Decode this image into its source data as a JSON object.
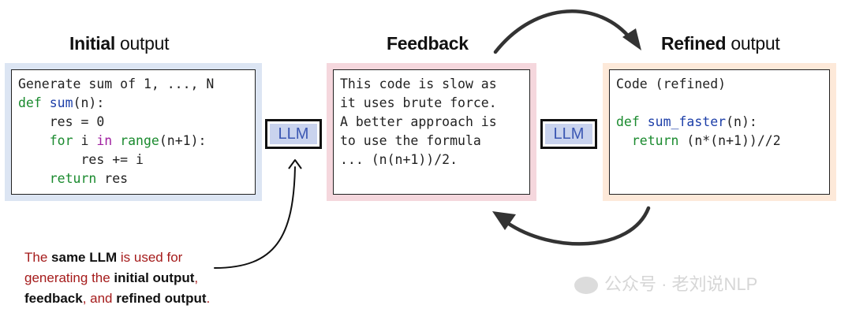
{
  "titles": {
    "initial_bold": "Initial",
    "initial_rest": " output",
    "feedback": "Feedback",
    "refined_bold": "Refined",
    "refined_rest": " output"
  },
  "initial_code": {
    "line1": "Generate sum of 1, ..., N",
    "def": "def",
    "fname": "sum",
    "fargs": "(n):",
    "res_assign": "res = 0",
    "for": "for",
    "i": " i ",
    "in": "in",
    "range": "range",
    "range_args": "(n+1):",
    "res_add": "res += i",
    "return": "return",
    "return_val": " res"
  },
  "feedback_text": [
    "This code is slow as",
    "it uses brute force.",
    "A better approach is",
    "to use the formula",
    "... (n(n+1))/2."
  ],
  "refined_code": {
    "line1": "Code (refined)",
    "def": "def",
    "fname": "sum_faster",
    "fargs": "(n):",
    "return": "return",
    "return_val": " (n*(n+1))//2"
  },
  "llm_label": "LLM",
  "note": {
    "p1": "The ",
    "b1": "same LLM",
    "p2": " is used for",
    "p3": "generating the ",
    "b2": "initial output",
    "p4": ",",
    "b3": "feedback",
    "p5": ", and ",
    "b4": "refined output",
    "p6": "."
  },
  "watermark": "公众号 · 老刘说NLP",
  "colors": {
    "initial_bg": "#dce5f3",
    "feedback_bg": "#f5d7dd",
    "refined_bg": "#fde9d9",
    "llm_fill": "#c9d3ee",
    "llm_text": "#3b57b3",
    "keyword": "#1a8a2e",
    "function": "#1c3ea8",
    "note_red": "#a51b1b"
  }
}
